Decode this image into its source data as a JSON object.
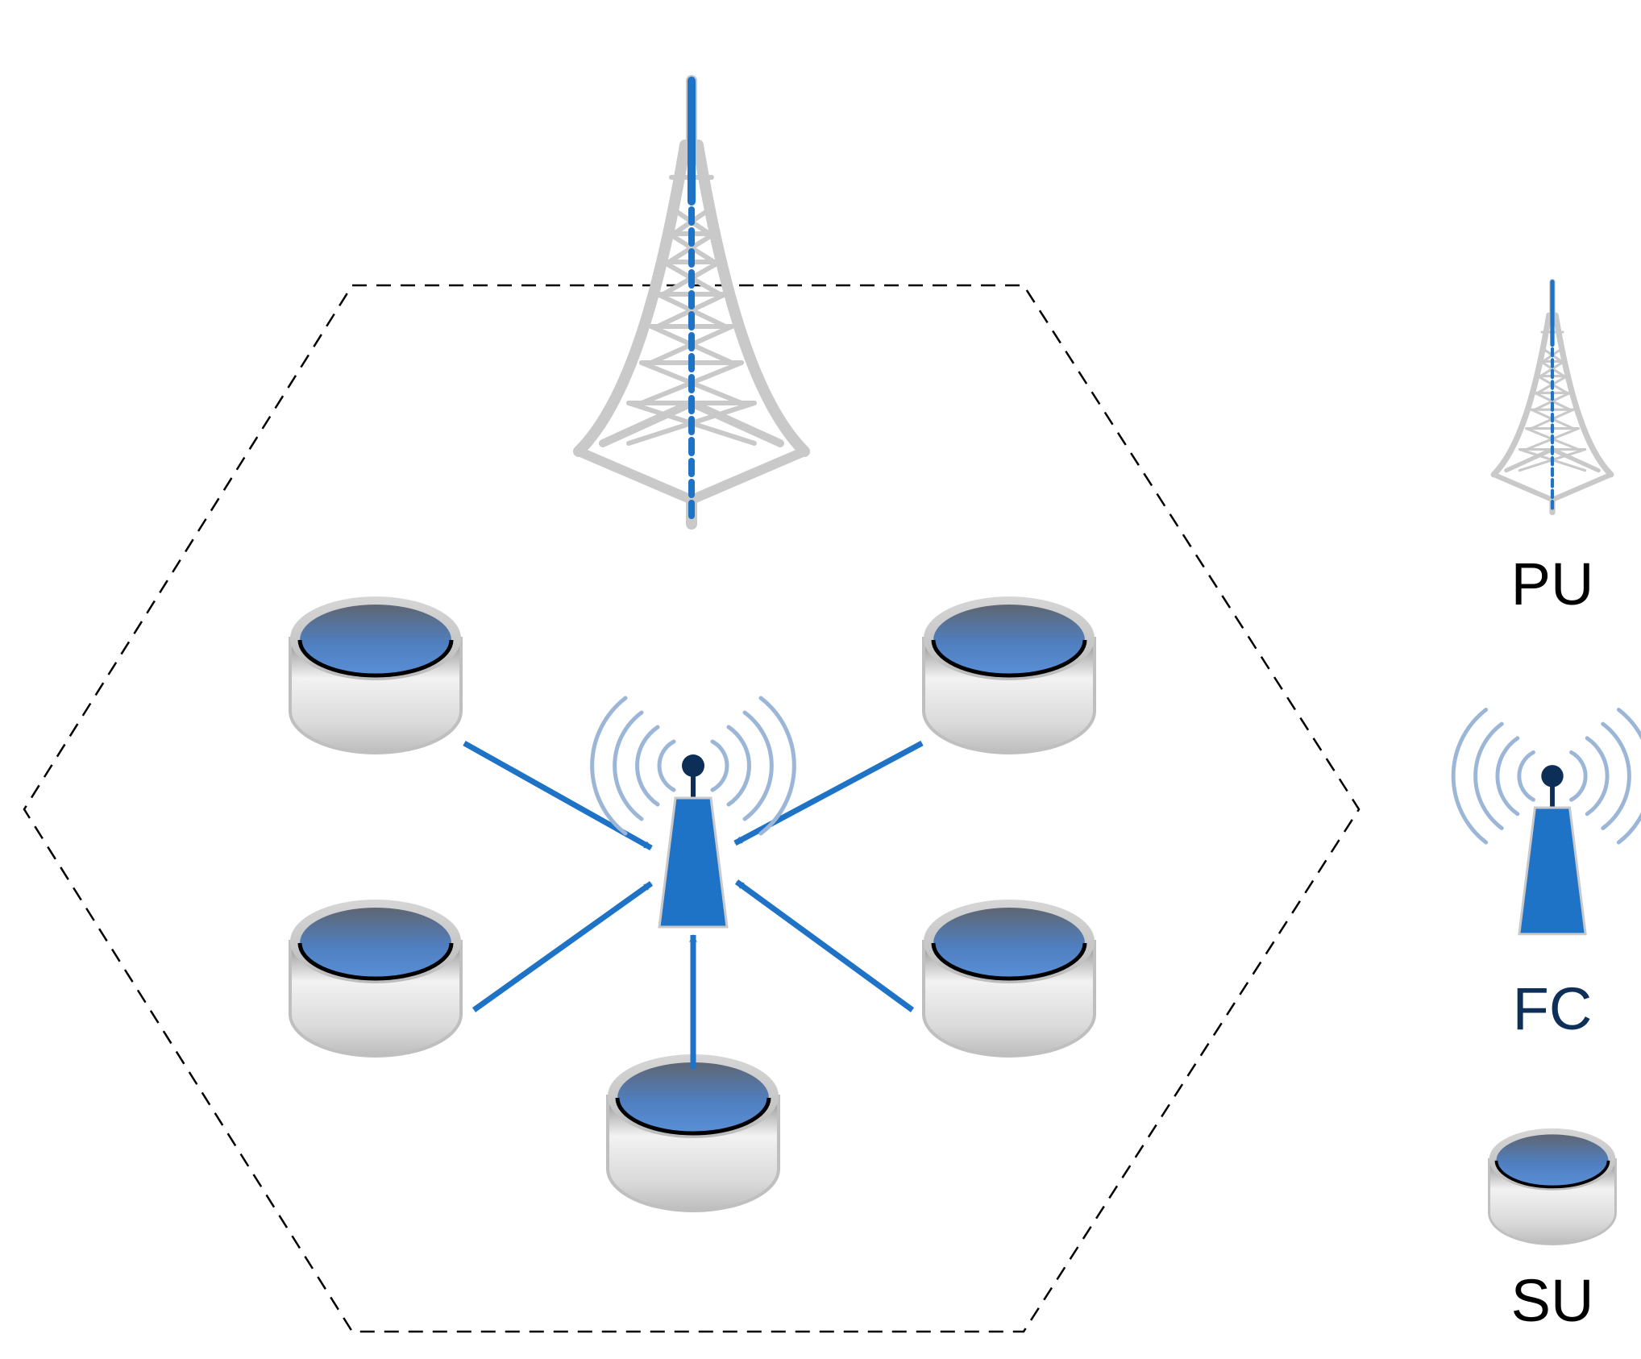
{
  "legend": {
    "pu_label": "PU",
    "fc_label": "FC",
    "su_label": "SU"
  },
  "colors": {
    "accent_blue": "#1f73c6",
    "tower_gray": "#c9c9c9",
    "dark_navy": "#0d2f57",
    "label_black": "#000000",
    "label_navy": "#0e2f57",
    "hexagon_border": "#000000"
  },
  "icons": {
    "primary_user": "transmission-tower-icon",
    "fusion_center": "antenna-broadcast-icon",
    "secondary_user": "cylinder-device-icon"
  }
}
